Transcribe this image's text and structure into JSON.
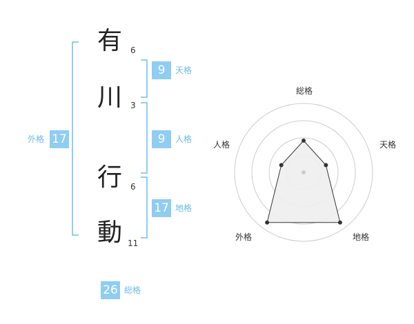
{
  "name_chars": [
    {
      "char": "有",
      "strokes": "6"
    },
    {
      "char": "川",
      "strokes": "3"
    },
    {
      "char": "行",
      "strokes": "6"
    },
    {
      "char": "動",
      "strokes": "11"
    }
  ],
  "kakusu": {
    "tenkaku": {
      "value": "9",
      "label": "天格"
    },
    "jinkaku": {
      "value": "9",
      "label": "人格"
    },
    "chikaku": {
      "value": "17",
      "label": "地格"
    },
    "gaikaku": {
      "value": "17",
      "label": "外格"
    },
    "soukaku": {
      "value": "26",
      "label": "総格"
    }
  },
  "chart_data": {
    "type": "radar",
    "axes": [
      "総格",
      "天格",
      "地格",
      "外格",
      "人格"
    ],
    "values": [
      0.46,
      0.34,
      0.9,
      0.9,
      0.34
    ],
    "rings": 4,
    "colors": {
      "fill": "#eeeeee",
      "line": "#333333",
      "grid": "#cccccc",
      "center": "#cccccc"
    }
  },
  "colors": {
    "accent": "#8fcdf3",
    "label": "#6bbbe8"
  }
}
